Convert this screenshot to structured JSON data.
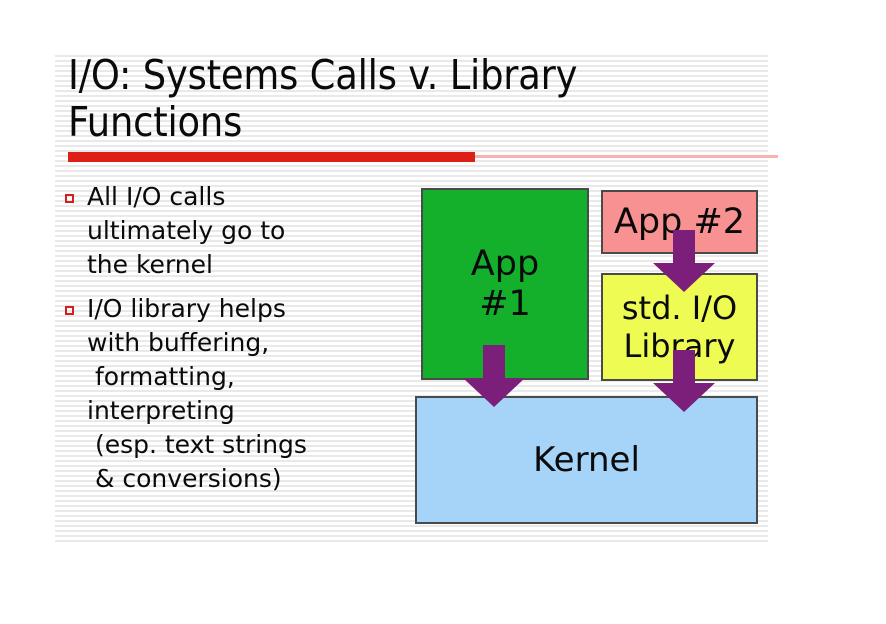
{
  "slide": {
    "title": "I/O: Systems Calls v. Library\nFunctions",
    "accent_color": "#dd1f15",
    "bullets": [
      {
        "marker": "square-bullet-icon",
        "text": "All I/O calls\nultimately go to\nthe kernel"
      },
      {
        "marker": "square-bullet-icon",
        "text": "I/O library helps\nwith buffering,\n formatting,\ninterpreting\n (esp. text strings\n & conversions)"
      }
    ],
    "diagram": {
      "boxes": [
        {
          "id": "app1",
          "label": "App\n#1",
          "color": "#14b02c"
        },
        {
          "id": "app2",
          "label": "App #2",
          "color": "#f89292"
        },
        {
          "id": "stdio",
          "label": "std. I/O\nLibrary",
          "color": "#eefb53"
        },
        {
          "id": "kernel",
          "label": "Kernel",
          "color": "#a6d4f9"
        }
      ],
      "arrows": [
        {
          "id": "app1-to-kernel",
          "from": "app1",
          "to": "kernel",
          "color": "#7c1f7b"
        },
        {
          "id": "app2-to-stdio",
          "from": "app2",
          "to": "stdio",
          "color": "#7c1f7b"
        },
        {
          "id": "stdio-to-kernel",
          "from": "stdio",
          "to": "kernel",
          "color": "#7c1f7b"
        }
      ]
    }
  }
}
